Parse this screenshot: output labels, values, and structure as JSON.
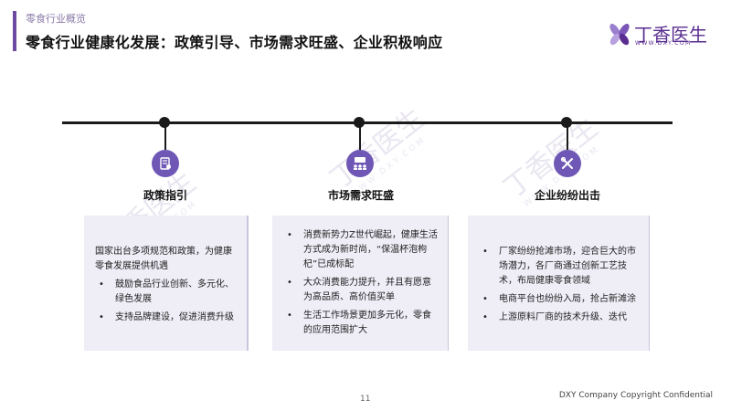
{
  "header": {
    "section_label": "零食行业概览",
    "title": "零食行业健康化发展：政策引导、市场需求旺盛、企业积极响应"
  },
  "logo": {
    "name": "丁香医生",
    "domain": "WWW.DXY.COM",
    "icon": "dxy-flower-icon",
    "color": "#5a2d91"
  },
  "watermark": {
    "text": "丁香医生",
    "domain": "WWW.DXY.COM"
  },
  "columns": [
    {
      "title": "政策指引",
      "icon": "policy-document-icon",
      "intro": "国家出台多项规范和政策，为健康零食发展提供机遇",
      "bullets": [
        "鼓励食品行业创新、多元化、绿色发展",
        "支持品牌建设，促进消费升级"
      ]
    },
    {
      "title": "市场需求旺盛",
      "icon": "audience-screen-icon",
      "intro": "",
      "bullets": [
        "消费新势力Z世代崛起，健康生活方式成为新时尚，“保温杯泡枸杞”已成标配",
        "大众消费能力提升，并且有愿意为高品质、高价值买单",
        "生活工作场景更加多元化，零食的应用范围扩大"
      ]
    },
    {
      "title": "企业纷纷出击",
      "icon": "tools-icon",
      "intro": "",
      "bullets": [
        "厂家纷纷抢滩市场，迎合巨大的市场潜力，各厂商通过创新工艺技术，布局健康零食领域",
        "电商平台也纷纷入局，抢占新滩涂",
        "上游原料厂商的技术升级、迭代"
      ]
    }
  ],
  "footer": {
    "page_number": "11",
    "copyright": "DXY Company Copyright Confidential"
  },
  "colors": {
    "accent": "#6b4aa0",
    "icon_bg": "#6f58b5",
    "card_bg": "#efedf6"
  }
}
